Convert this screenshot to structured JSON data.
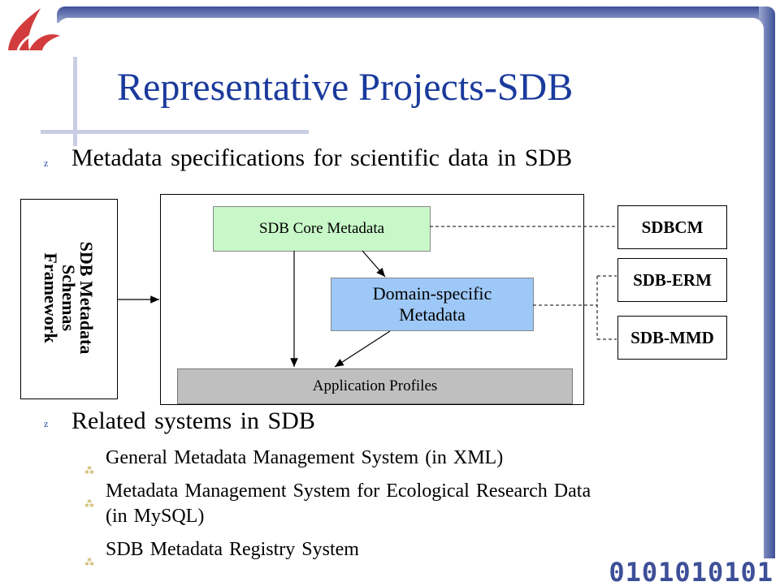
{
  "slide": {
    "title": "Representative Projects-SDB",
    "bullet_glyph": "z",
    "sub_glyph": "⁂",
    "bullets": [
      "Metadata specifications for scientific data in SDB",
      "Related systems in SDB"
    ],
    "sub_items": [
      "General Metadata Management System  (in XML)",
      "Metadata Management System for Ecological Research Data",
      "(in MySQL)",
      "SDB Metadata Registry System"
    ]
  },
  "diagram": {
    "framework_lines": [
      "SDB Metadata",
      "Schemas",
      "Framework"
    ],
    "core": "SDB Core Metadata",
    "domain_lines": [
      "Domain-specific",
      "Metadata"
    ],
    "app_profiles": "Application Profiles",
    "side_labels": [
      "SDBCM",
      "SDB-ERM",
      "SDB-MMD"
    ]
  },
  "colors": {
    "title": "#1a3a9c",
    "core_fill": "#c8f7c8",
    "domain_fill": "#9dc8f7",
    "app_fill": "#bfbfbf",
    "frame": "#3d4f97"
  },
  "footer": {
    "binary_strip": "0101010101"
  }
}
